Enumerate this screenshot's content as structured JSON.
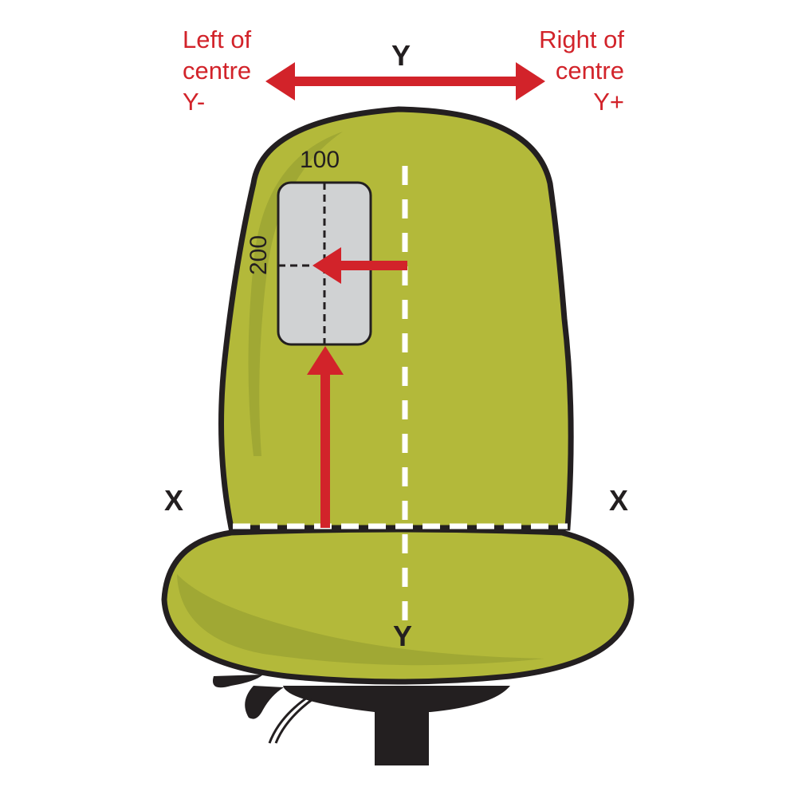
{
  "diagram": {
    "title_axis_top": "Y",
    "left_label": {
      "line1": "Left of",
      "line2": "centre",
      "line3": "Y-"
    },
    "right_label": {
      "line1": "Right of",
      "line2": "centre",
      "line3": "Y+"
    },
    "axis_x_left": "X",
    "axis_x_right": "X",
    "axis_y_bottom": "Y",
    "dimension_width": "100",
    "dimension_height": "200",
    "colors": {
      "seat_green": "#b3b93a",
      "seat_shade": "#a0a834",
      "outline": "#231f20",
      "arrow_red": "#d2232a",
      "label_pad": "#d0d2d3",
      "guide_white": "#ffffff"
    }
  }
}
